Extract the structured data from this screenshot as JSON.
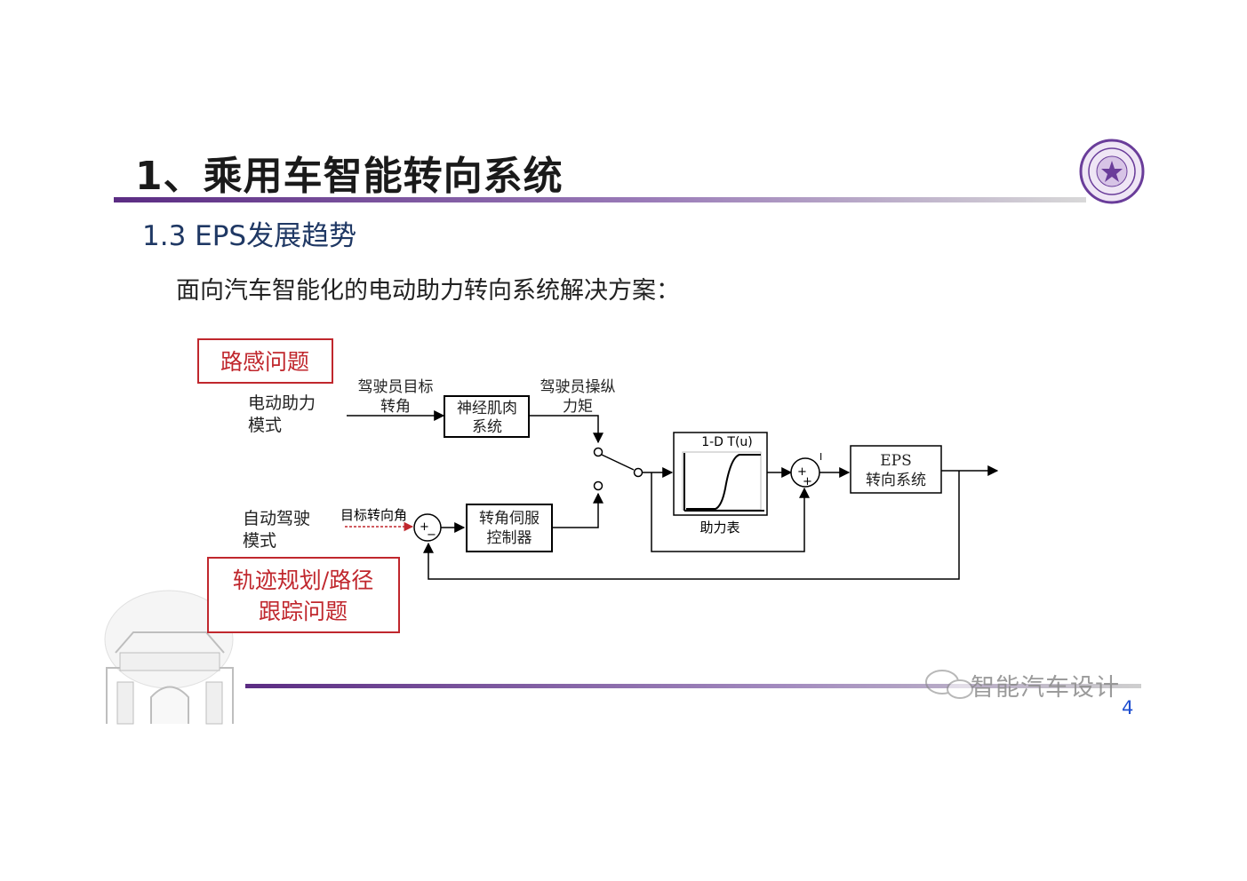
{
  "slide": {
    "title": "1、乘用车智能转向系统",
    "section": "1.3 EPS发展趋势",
    "intro": "面向汽车智能化的电动助力转向系统解决方案：",
    "page_number": "4",
    "watermark": "智能汽车设计"
  },
  "colors": {
    "title_bar": "#6a3d9a",
    "section_text": "#1f3864",
    "highlight_red": "#c0272d",
    "page_number": "#1f4fd0"
  },
  "diagram": {
    "problem_top": "路感问题",
    "problem_bottom_line1": "轨迹规划/路径",
    "problem_bottom_line2": "跟踪问题",
    "mode_assist_line1": "电动助力",
    "mode_assist_line2": "模式",
    "mode_auto_line1": "自动驾驶",
    "mode_auto_line2": "模式",
    "driver_target_line1": "驾驶员目标",
    "driver_target_line2": "转角",
    "driver_torque_line1": "驾驶员操纵",
    "driver_torque_line2": "力矩",
    "neuro_line1": "神经肌肉",
    "neuro_line2": "系统",
    "target_angle": "目标转向角",
    "servo_line1": "转角伺服",
    "servo_line2": "控制器",
    "lookup_title": "1-D T(u)",
    "lookup_caption": "助力表",
    "eps_line1": "EPS",
    "eps_line2": "转向系统",
    "sum1_plus": "+",
    "sum1_minus": "−",
    "sum2_plus_a": "+",
    "sum2_plus_b": "+",
    "sum2_side": "I"
  }
}
